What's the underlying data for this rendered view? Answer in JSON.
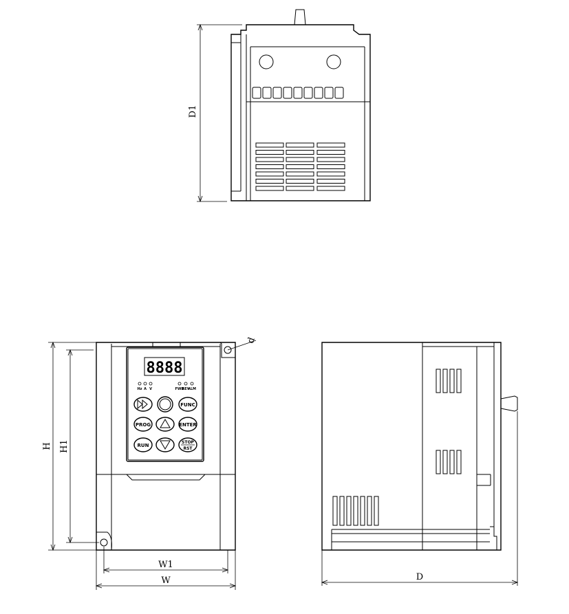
{
  "dimensions": {
    "top_depth": "D1",
    "height": "H",
    "hole_height": "H1",
    "hole_diameter": "d",
    "hole_width": "W1",
    "width": "W",
    "depth": "D"
  },
  "panel": {
    "display": "8888",
    "leds_left": [
      "Hz",
      "A",
      "V"
    ],
    "leds_right": [
      "FWD",
      "REV",
      "ALM"
    ],
    "buttons": {
      "prog": "PROG",
      "func": "FUNC",
      "enter": "ENTER",
      "run": "RUN",
      "stop": "STOP",
      "rst": "RST"
    }
  },
  "icons": {
    "fast_forward": "fast-forward-icon",
    "knob": "potentiometer-knob-icon",
    "up": "up-arrow-icon",
    "down": "down-arrow-icon"
  },
  "colors": {
    "line": "#000000",
    "background": "#ffffff"
  }
}
